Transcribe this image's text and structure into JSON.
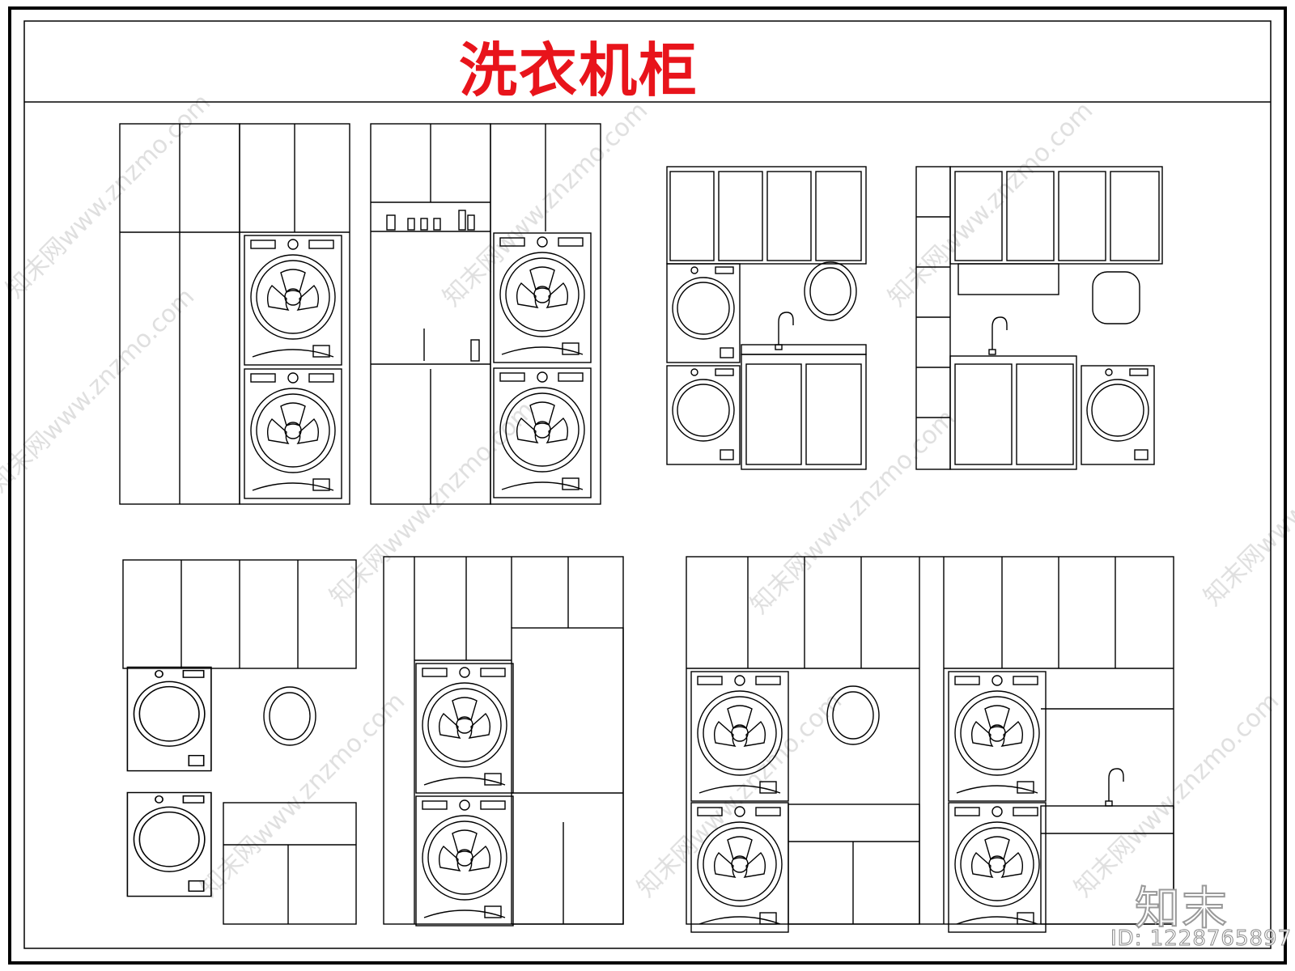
{
  "title": "洗衣机柜",
  "logo": "知末",
  "id_label": "ID: 1228765897",
  "watermark": "知末网www.znzmo.com",
  "colors": {
    "title": "#e8141b",
    "line": "#000000",
    "watermark": "#dddddd"
  }
}
